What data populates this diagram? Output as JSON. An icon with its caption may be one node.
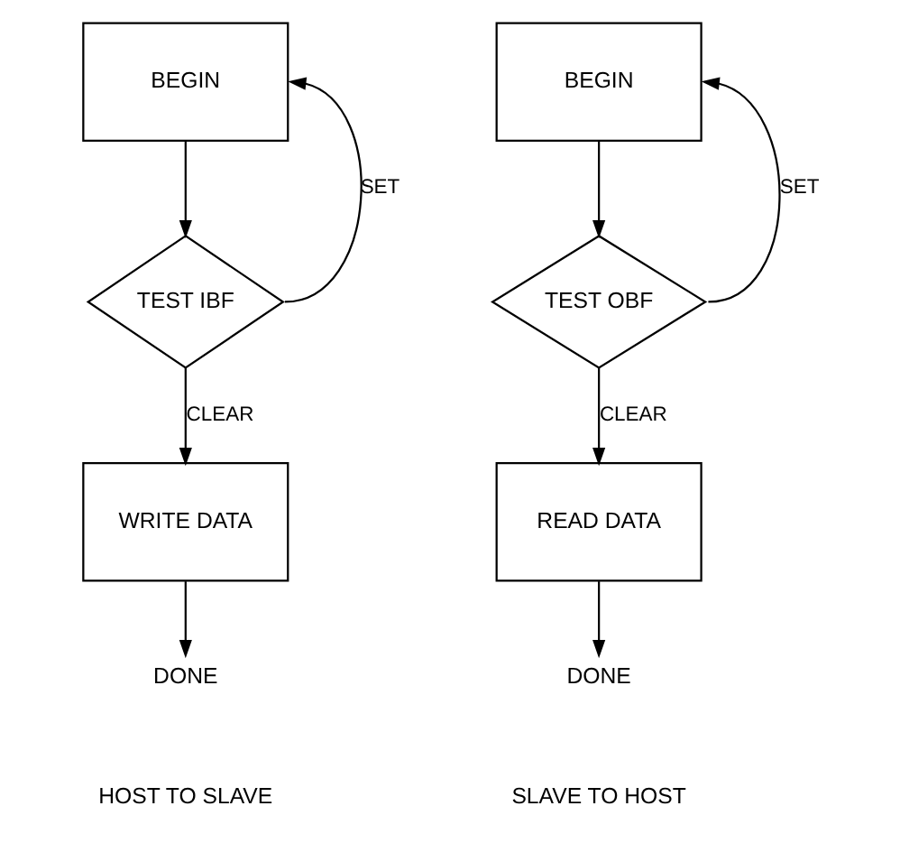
{
  "diagram": {
    "nodes": [
      {
        "text": [
          "BEGIN"
        ]
      },
      {
        "text": [
          "TEST IBF"
        ]
      },
      {
        "text": [
          "WRITE DATA"
        ]
      },
      {
        "text": [
          "DONE"
        ]
      },
      {
        "text": [
          "BEGIN"
        ]
      },
      {
        "text": [
          "TEST OBF"
        ]
      },
      {
        "text": [
          "READ DATA"
        ]
      },
      {
        "text": [
          "DONE"
        ]
      }
    ],
    "edges": [
      {
        "from": 0,
        "to": 1,
        "arrow": "to"
      },
      {
        "from": 1,
        "to": 0,
        "arrow": "to",
        "label": "SET"
      },
      {
        "from": 1,
        "to": 2,
        "arrow": "to",
        "label": "CLEAR"
      },
      {
        "from": 2,
        "to": 3,
        "arrow": "to"
      },
      {
        "from": 4,
        "to": 5,
        "arrow": "to"
      },
      {
        "from": 5,
        "to": 4,
        "arrow": "to",
        "label": "SET"
      },
      {
        "from": 5,
        "to": 6,
        "arrow": "to",
        "label": "CLEAR"
      },
      {
        "from": 6,
        "to": 7,
        "arrow": "to"
      }
    ],
    "labels": [
      "HOST TO SLAVE",
      "SLAVE TO HOST"
    ]
  }
}
